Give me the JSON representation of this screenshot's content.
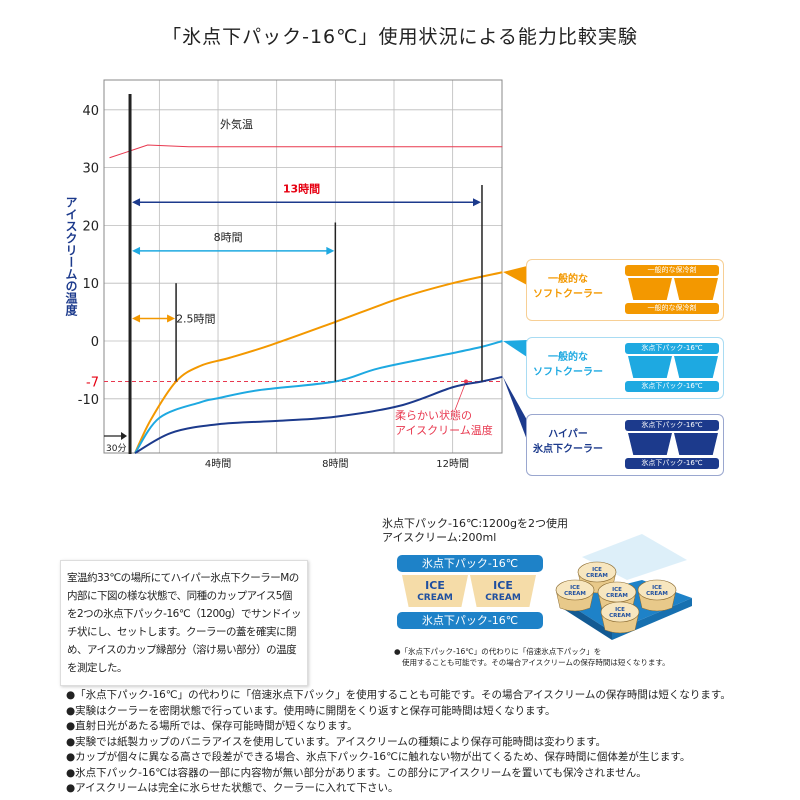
{
  "title": "「氷点下パック-16℃」使用状況による能力比較実験",
  "chart_data": {
    "type": "line",
    "title": "「氷点下パック-16℃」使用状況による能力比較実験",
    "ylabel": "アイスクリームの温度",
    "xlabel": "",
    "xlim": [
      0,
      13.7
    ],
    "ylim": [
      -19.4,
      45
    ],
    "grid": true,
    "y_ticks": [
      40,
      30,
      20,
      10,
      0,
      -7,
      -10
    ],
    "y_tick_labels": [
      "40",
      "30",
      "20",
      "10",
      "0",
      "-7",
      "-10"
    ],
    "x_ticks": [
      4,
      8,
      12
    ],
    "x_tick_labels": [
      "4時間",
      "8時間",
      "12時間"
    ],
    "series": [
      {
        "name": "外気温",
        "color": "#e8384f",
        "x": [
          0.3,
          1.6,
          3.0,
          13.7
        ],
        "y": [
          31.7,
          33.9,
          33.6,
          33.6
        ]
      },
      {
        "name": "一般的なソフトクーラー(一般的な保冷剤)",
        "color": "#f39800",
        "x": [
          1.17,
          1.7,
          2.57,
          3.4,
          4.4,
          5.8,
          8.0,
          10.2,
          12.0,
          13.7
        ],
        "y": [
          -19.4,
          -13.7,
          -7.0,
          -4.3,
          -2.9,
          -0.7,
          3.3,
          7.4,
          10.0,
          11.9
        ]
      },
      {
        "name": "一般的なソフトクーラー(氷点下パック-16℃)",
        "color": "#1ea9e1",
        "x": [
          1.17,
          2.0,
          3.4,
          4.0,
          5.4,
          8.0,
          9.5,
          12.0,
          13.0,
          13.7
        ],
        "y": [
          -19.4,
          -13.3,
          -10.6,
          -9.9,
          -8.5,
          -7.0,
          -4.7,
          -2.1,
          -1.0,
          0.0
        ]
      },
      {
        "name": "ハイパー氷点下クーラー(氷点下パック-16℃)",
        "color": "#1c3a8c",
        "x": [
          1.17,
          2.4,
          4.0,
          6.1,
          8.0,
          10.2,
          12.0,
          13.0,
          13.7
        ],
        "y": [
          -19.4,
          -15.9,
          -14.4,
          -13.8,
          -13.1,
          -11.2,
          -8.0,
          -7.0,
          -6.2
        ]
      }
    ],
    "threshold": {
      "value": -7,
      "label": "柔らかい状態の\nアイスクリーム温度",
      "label_line1": "柔らかい状態の",
      "label_line2": "アイスクリーム温度",
      "color": "#e8384f"
    },
    "annotations": {
      "outside_label": "外気温",
      "start_label": "30分",
      "start_x": 1.0,
      "spans": [
        {
          "label": "13時間",
          "end": 13.0,
          "y": 24,
          "color": "#1c3a8c",
          "label_color": "#e60012"
        },
        {
          "label": "8時間",
          "end": 8.0,
          "y": 15.6,
          "color": "#1ea9e1",
          "label_color": "#222"
        },
        {
          "label": "2.5時間",
          "end": 2.57,
          "y": 3.9,
          "color": "#f39800",
          "label_color": "#222"
        }
      ],
      "markers": [
        {
          "x": 2.57,
          "top": 10
        },
        {
          "x": 8.0,
          "top": 20.5
        },
        {
          "x": 13.0,
          "top": 27
        }
      ]
    }
  },
  "callouts": [
    {
      "label1": "一般的な",
      "label2": "ソフトクーラー",
      "pack": "一般的な保冷剤",
      "color": "#f39800",
      "border": "#f7cf95"
    },
    {
      "label1": "一般的な",
      "label2": "ソフトクーラー",
      "pack": "氷点下パック-16℃",
      "color": "#1ea9e1",
      "border": "#a9dcf3"
    },
    {
      "label1": "ハイパー",
      "label2": "氷点下クーラー",
      "pack": "氷点下パック-16℃",
      "color": "#1c3a8c",
      "border": "#9aa7cf"
    }
  ],
  "description": "室温約33℃の場所にてハイパー氷点下クーラーMの内部に下図の様な状態で、同種のカップアイス5個を2つの氷点下パック-16℃（1200g）でサンドイッチ状にし、セットします。クーラーの蓋を確実に閉め、アイスのカップ縁部分（溶け易い部分）の温度を測定した。",
  "setup": {
    "line1": "氷点下パック-16℃:1200gを2つ使用",
    "line2": "アイスクリーム:200ml",
    "pack_label": "氷点下パック-16℃",
    "cup_line1": "ICE",
    "cup_line2": "CREAM",
    "note1": "●「氷点下パック-16℃」の代わりに「倍速氷点下パック」を",
    "note2": "使用することも可能です。その場合アイスクリームの保存時間は短くなります。"
  },
  "notes": [
    "●「氷点下パック-16℃」の代わりに「倍速氷点下パック」を使用することも可能です。その場合アイスクリームの保存時間は短くなります。",
    "●実験はクーラーを密閉状態で行っています。使用時に開閉をくり返すと保存可能時間は短くなります。",
    "●直射日光があたる場所では、保存可能時間が短くなります。",
    "●実験では紙製カップのバニラアイスを使用しています。アイスクリームの種類により保存可能時間は変わります。",
    "●カップが個々に異なる高さで段差ができる場合、氷点下パック-16℃に触れない物が出てくるため、保存時間に個体差が生じます。",
    "●氷点下パック-16℃は容器の一部に内容物が無い部分があります。この部分にアイスクリームを置いても保冷されません。",
    "●アイスクリームは完全に氷らせた状態で、クーラーに入れて下さい。"
  ]
}
